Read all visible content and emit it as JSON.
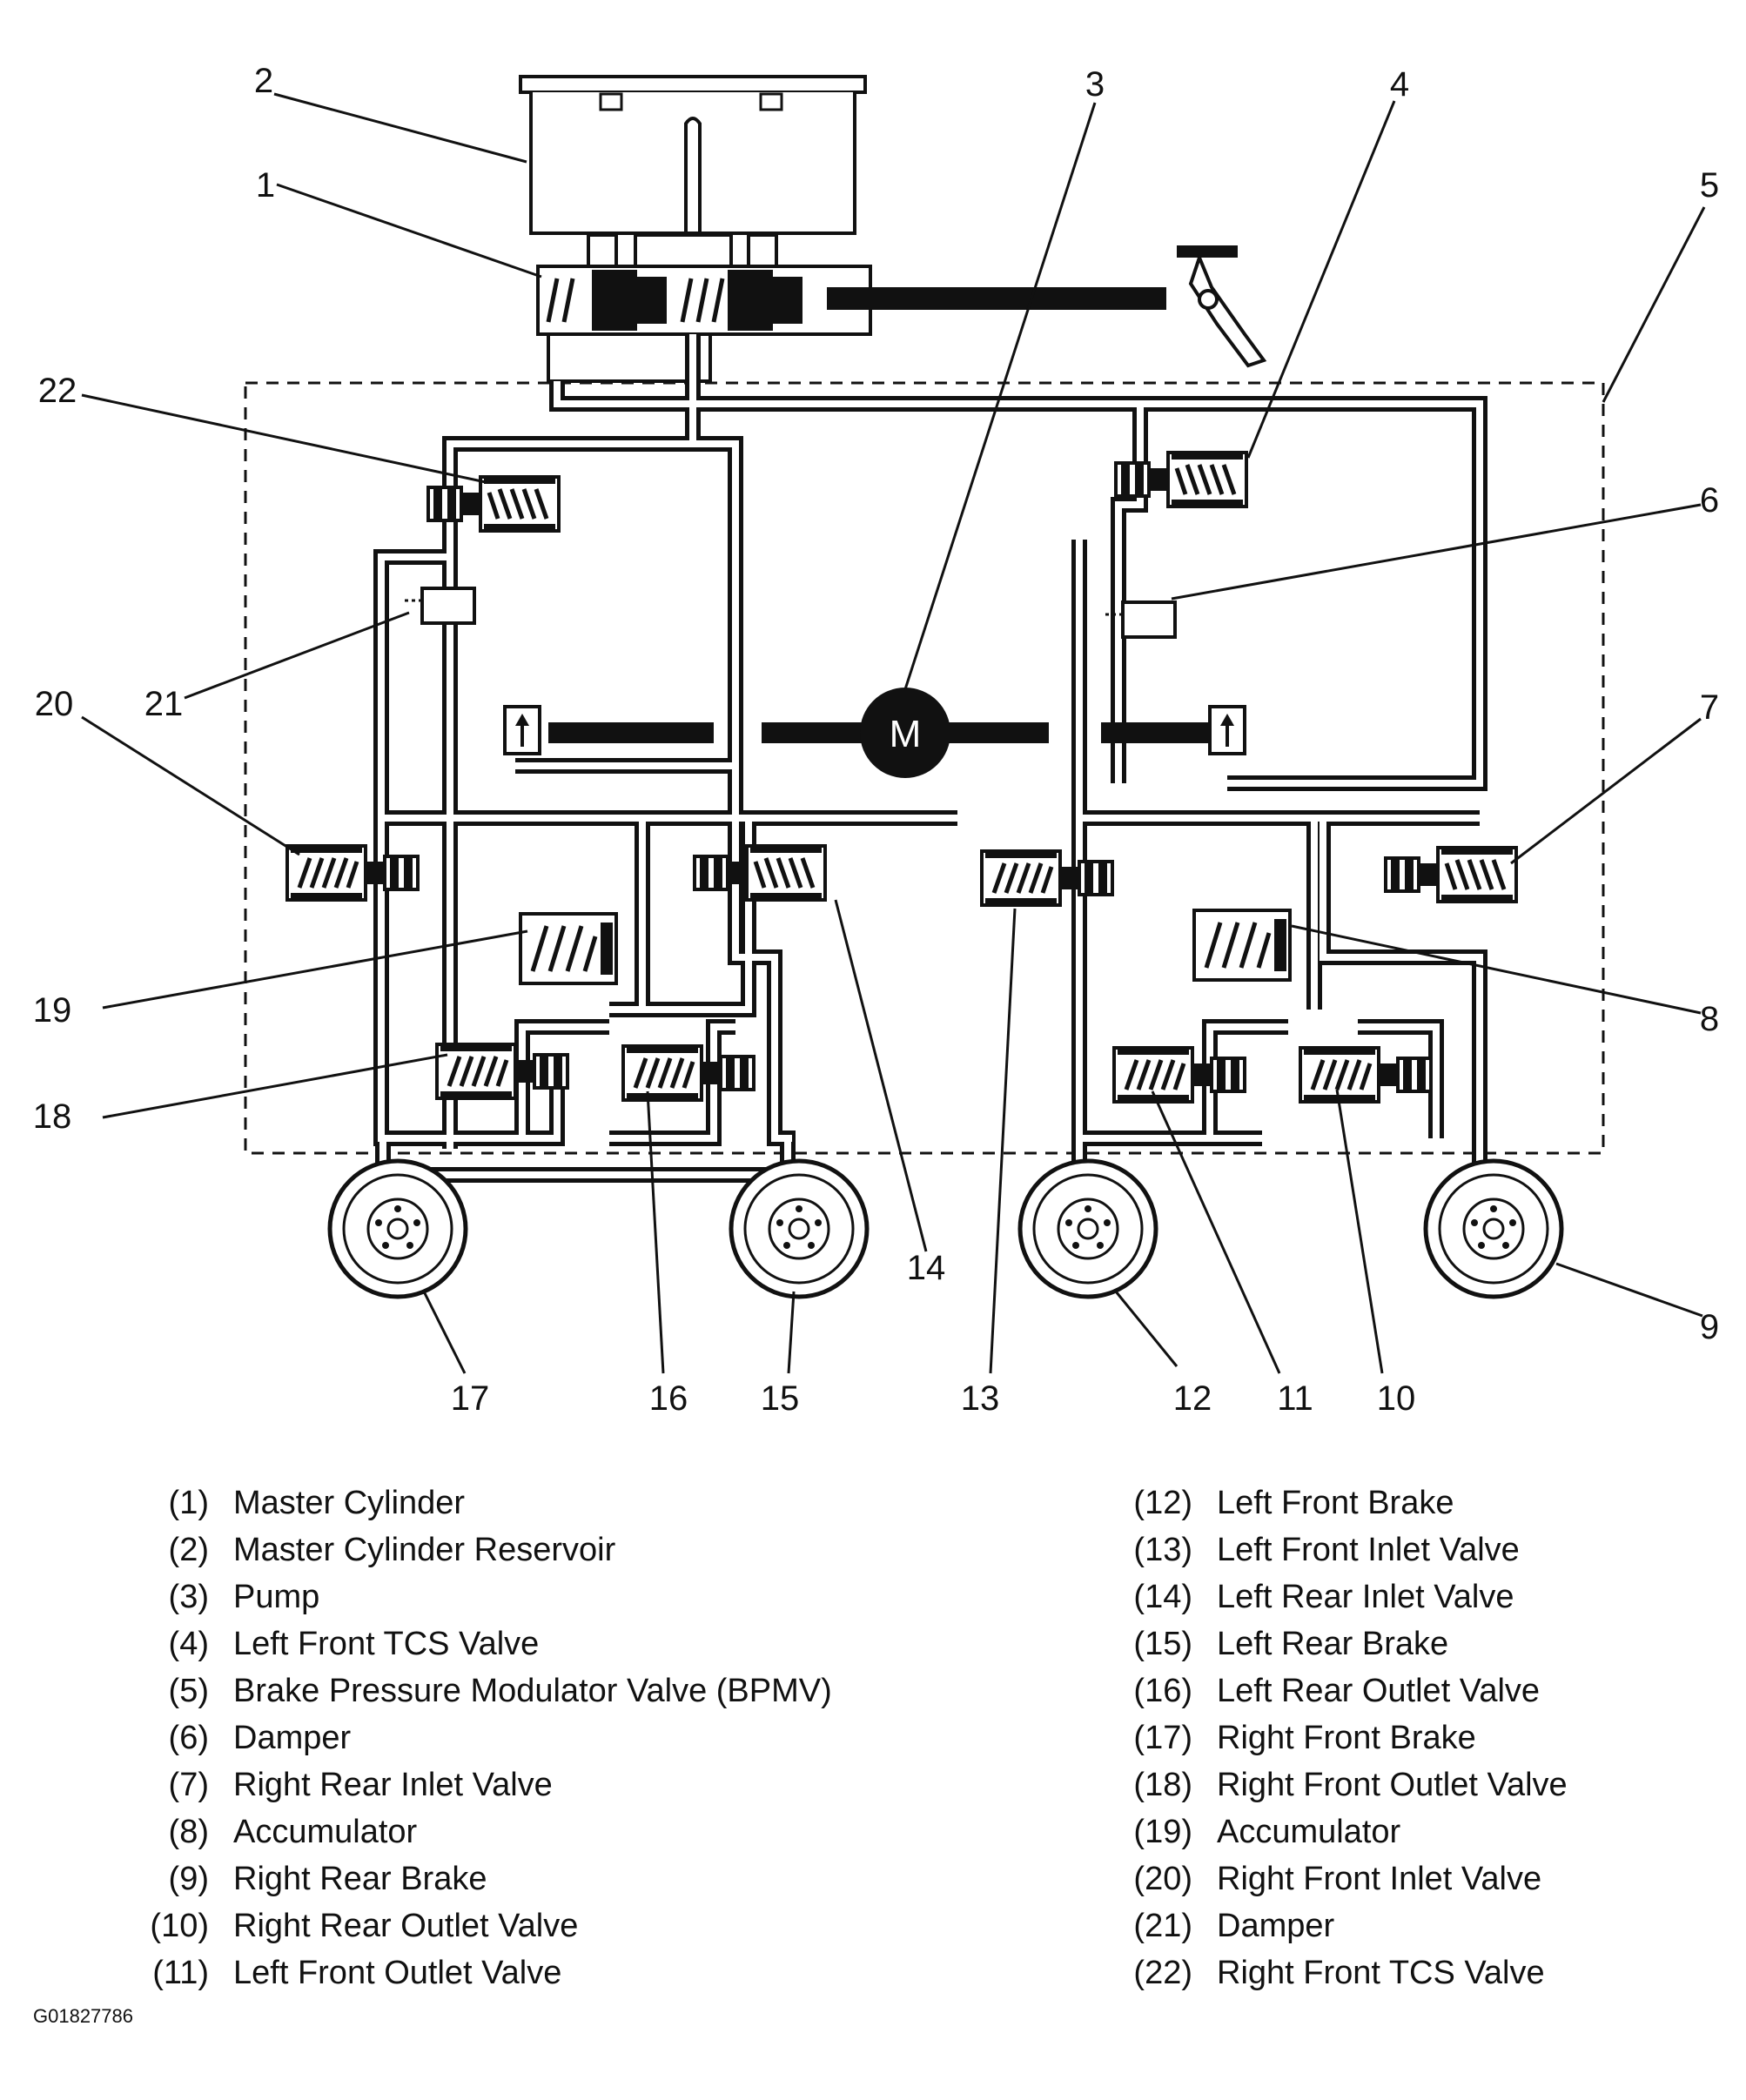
{
  "diagram": {
    "motor_label": "M",
    "callouts": [
      "1",
      "2",
      "3",
      "4",
      "5",
      "6",
      "7",
      "8",
      "9",
      "10",
      "11",
      "12",
      "13",
      "14",
      "15",
      "16",
      "17",
      "18",
      "19",
      "20",
      "21",
      "22"
    ]
  },
  "legend": {
    "left": [
      {
        "num": "(1)",
        "label": "Master Cylinder"
      },
      {
        "num": "(2)",
        "label": "Master Cylinder Reservoir"
      },
      {
        "num": "(3)",
        "label": "Pump"
      },
      {
        "num": "(4)",
        "label": "Left Front TCS Valve"
      },
      {
        "num": "(5)",
        "label": "Brake Pressure Modulator Valve (BPMV)"
      },
      {
        "num": "(6)",
        "label": "Damper"
      },
      {
        "num": "(7)",
        "label": "Right Rear Inlet Valve"
      },
      {
        "num": "(8)",
        "label": "Accumulator"
      },
      {
        "num": "(9)",
        "label": "Right Rear Brake"
      },
      {
        "num": "(10)",
        "label": "Right Rear Outlet Valve"
      },
      {
        "num": "(11)",
        "label": "Left Front Outlet Valve"
      }
    ],
    "right": [
      {
        "num": "(12)",
        "label": "Left Front Brake"
      },
      {
        "num": "(13)",
        "label": "Left Front Inlet Valve"
      },
      {
        "num": "(14)",
        "label": "Left Rear Inlet Valve"
      },
      {
        "num": "(15)",
        "label": "Left Rear Brake"
      },
      {
        "num": "(16)",
        "label": "Left Rear Outlet Valve"
      },
      {
        "num": "(17)",
        "label": "Right Front Brake"
      },
      {
        "num": "(18)",
        "label": "Right Front Outlet Valve"
      },
      {
        "num": "(19)",
        "label": "Accumulator"
      },
      {
        "num": "(20)",
        "label": "Right Front Inlet Valve"
      },
      {
        "num": "(21)",
        "label": "Damper"
      },
      {
        "num": "(22)",
        "label": "Right Front TCS Valve"
      }
    ]
  },
  "figure_id": "G01827786"
}
